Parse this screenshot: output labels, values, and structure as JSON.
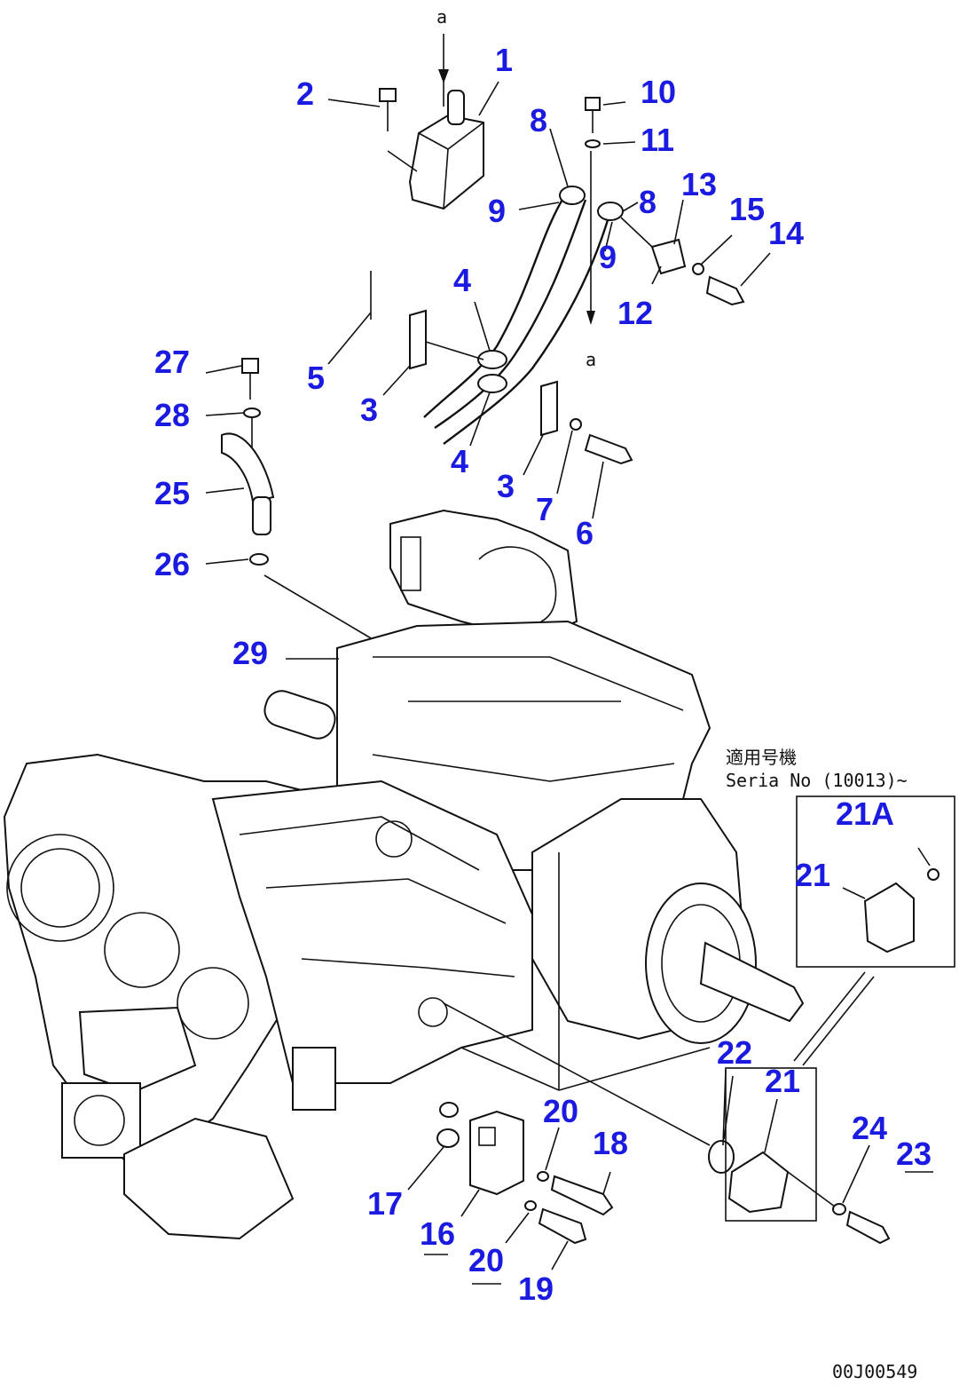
{
  "diagram": {
    "callouts": [
      {
        "id": "1",
        "label": "1"
      },
      {
        "id": "2",
        "label": "2"
      },
      {
        "id": "3a",
        "label": "3"
      },
      {
        "id": "3b",
        "label": "3"
      },
      {
        "id": "4a",
        "label": "4"
      },
      {
        "id": "4b",
        "label": "4"
      },
      {
        "id": "5",
        "label": "5"
      },
      {
        "id": "6",
        "label": "6"
      },
      {
        "id": "7",
        "label": "7"
      },
      {
        "id": "8a",
        "label": "8"
      },
      {
        "id": "8b",
        "label": "8"
      },
      {
        "id": "9a",
        "label": "9"
      },
      {
        "id": "9b",
        "label": "9"
      },
      {
        "id": "10",
        "label": "10"
      },
      {
        "id": "11",
        "label": "11"
      },
      {
        "id": "12",
        "label": "12"
      },
      {
        "id": "13",
        "label": "13"
      },
      {
        "id": "14",
        "label": "14"
      },
      {
        "id": "15",
        "label": "15"
      },
      {
        "id": "16",
        "label": "16"
      },
      {
        "id": "17",
        "label": "17"
      },
      {
        "id": "18",
        "label": "18"
      },
      {
        "id": "19",
        "label": "19"
      },
      {
        "id": "20a",
        "label": "20"
      },
      {
        "id": "20b",
        "label": "20"
      },
      {
        "id": "21a",
        "label": "21"
      },
      {
        "id": "21b",
        "label": "21"
      },
      {
        "id": "21A",
        "label": "21A"
      },
      {
        "id": "22",
        "label": "22"
      },
      {
        "id": "23",
        "label": "23"
      },
      {
        "id": "24",
        "label": "24"
      },
      {
        "id": "25",
        "label": "25"
      },
      {
        "id": "26",
        "label": "26"
      },
      {
        "id": "27",
        "label": "27"
      },
      {
        "id": "28",
        "label": "28"
      },
      {
        "id": "29",
        "label": "29"
      }
    ],
    "reference_marks": {
      "top": "a",
      "bottom": "a"
    },
    "serial_note": {
      "line1": "適用号機",
      "line2": "Seria  No (10013)~"
    },
    "drawing_code": "00J00549"
  }
}
